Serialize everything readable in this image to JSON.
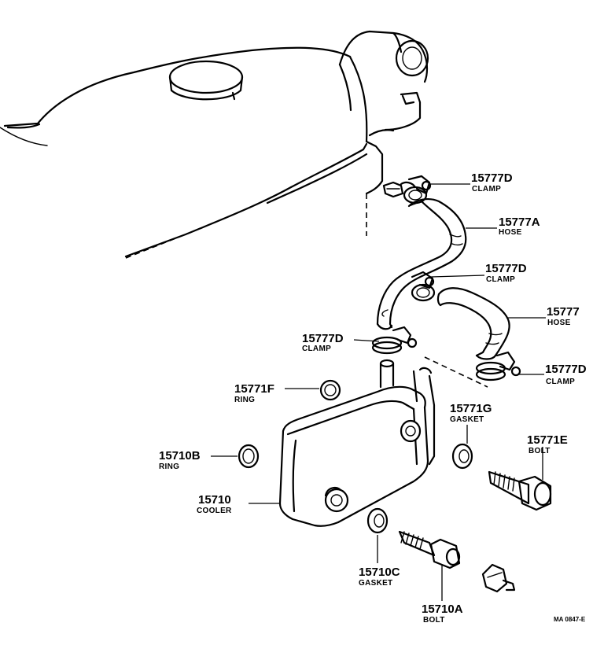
{
  "callouts": [
    {
      "id": "c1",
      "number": "15777D",
      "name": "CLAMP"
    },
    {
      "id": "c2",
      "number": "15777A",
      "name": "HOSE"
    },
    {
      "id": "c3",
      "number": "15777D",
      "name": "CLAMP"
    },
    {
      "id": "c4",
      "number": "15777",
      "name": "HOSE"
    },
    {
      "id": "c5",
      "number": "15777D",
      "name": "CLAMP"
    },
    {
      "id": "c6",
      "number": "15777D",
      "name": "CLAMP"
    },
    {
      "id": "c7",
      "number": "15771F",
      "name": "RING"
    },
    {
      "id": "c8",
      "number": "15771G",
      "name": "GASKET"
    },
    {
      "id": "c9",
      "number": "15771E",
      "name": "BOLT"
    },
    {
      "id": "c10",
      "number": "15710B",
      "name": "RING"
    },
    {
      "id": "c11",
      "number": "15710",
      "name": "COOLER"
    },
    {
      "id": "c12",
      "number": "15710C",
      "name": "GASKET"
    },
    {
      "id": "c13",
      "number": "15710A",
      "name": "BOLT"
    }
  ],
  "reference_code": "MA 0847-E"
}
